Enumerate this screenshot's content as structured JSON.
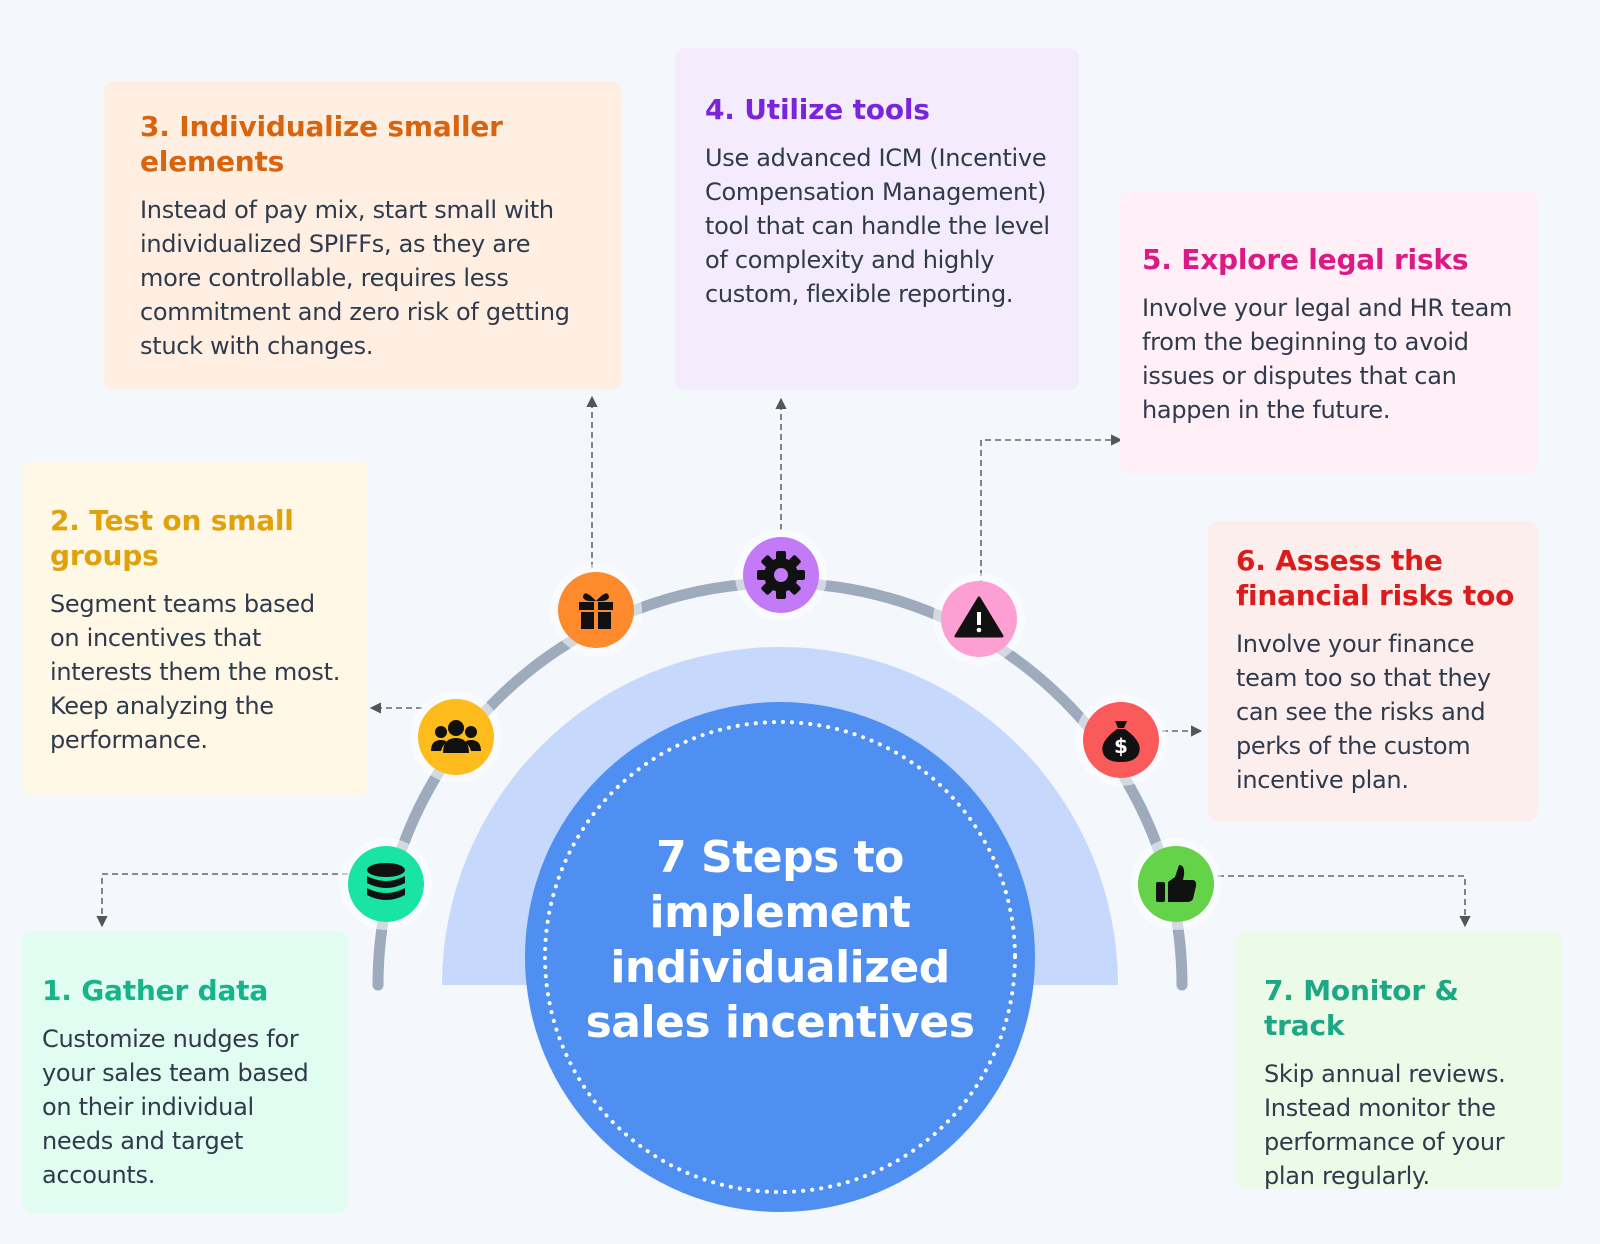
{
  "center_title": "7 Steps to\nimplement\nindividualized\nsales incentives",
  "colors": {
    "background": "#f4f7fc",
    "arc": "#9eabbd",
    "outer_semicircle": "#c6d8fb",
    "inner_circle": "#4f8ff2"
  },
  "steps": [
    {
      "title": "1. Gather data",
      "body": "Customize nudges for your sales team based on their individual needs and target accounts.",
      "icon": "database-icon",
      "title_color": "#17b38a",
      "card_bg": "#e1fdf1",
      "icon_bg": "#19e4a4"
    },
    {
      "title": "2. Test on small groups",
      "body": "Segment teams based on incentives that interests them the most. Keep analyzing the performance.",
      "icon": "group-icon",
      "title_color": "#e0a10b",
      "card_bg": "#fff8e6",
      "icon_bg": "#fdbb1c"
    },
    {
      "title": "3. Individualize smaller elements",
      "body": "Instead of pay mix, start small with individualized SPIFFs, as they are more controllable, requires less commitment and zero risk of getting stuck with changes.",
      "icon": "gift-icon",
      "title_color": "#d8640e",
      "card_bg": "#ffefe3",
      "icon_bg": "#fd8a2c"
    },
    {
      "title": "4. Utilize tools",
      "body": "Use advanced ICM (Incentive Compensation Management) tool that can handle the level of complexity and highly custom, flexible reporting.",
      "icon": "gear-icon",
      "title_color": "#7a24dc",
      "card_bg": "#f4ebfd",
      "icon_bg": "#c27af7"
    },
    {
      "title": "5. Explore legal risks",
      "body": "Involve your legal and HR team from the beginning to avoid issues or disputes that can happen in the future.",
      "icon": "warning-icon",
      "title_color": "#dc1a86",
      "card_bg": "#fff0f7",
      "icon_bg": "#fd9fd2"
    },
    {
      "title": "6. Assess the financial risks too",
      "body": "Involve your finance team too so that they can see the risks and perks of the custom incentive plan.",
      "icon": "money-bag-icon",
      "title_color": "#dc1b1b",
      "card_bg": "#fdeeee",
      "icon_bg": "#fb5a5a"
    },
    {
      "title": "7. Monitor & track",
      "body": "Skip annual reviews. Instead monitor the performance of your plan regularly.",
      "icon": "thumbs-up-icon",
      "title_color": "#1ca884",
      "card_bg": "#ebfbe8",
      "icon_bg": "#64d34a"
    }
  ]
}
